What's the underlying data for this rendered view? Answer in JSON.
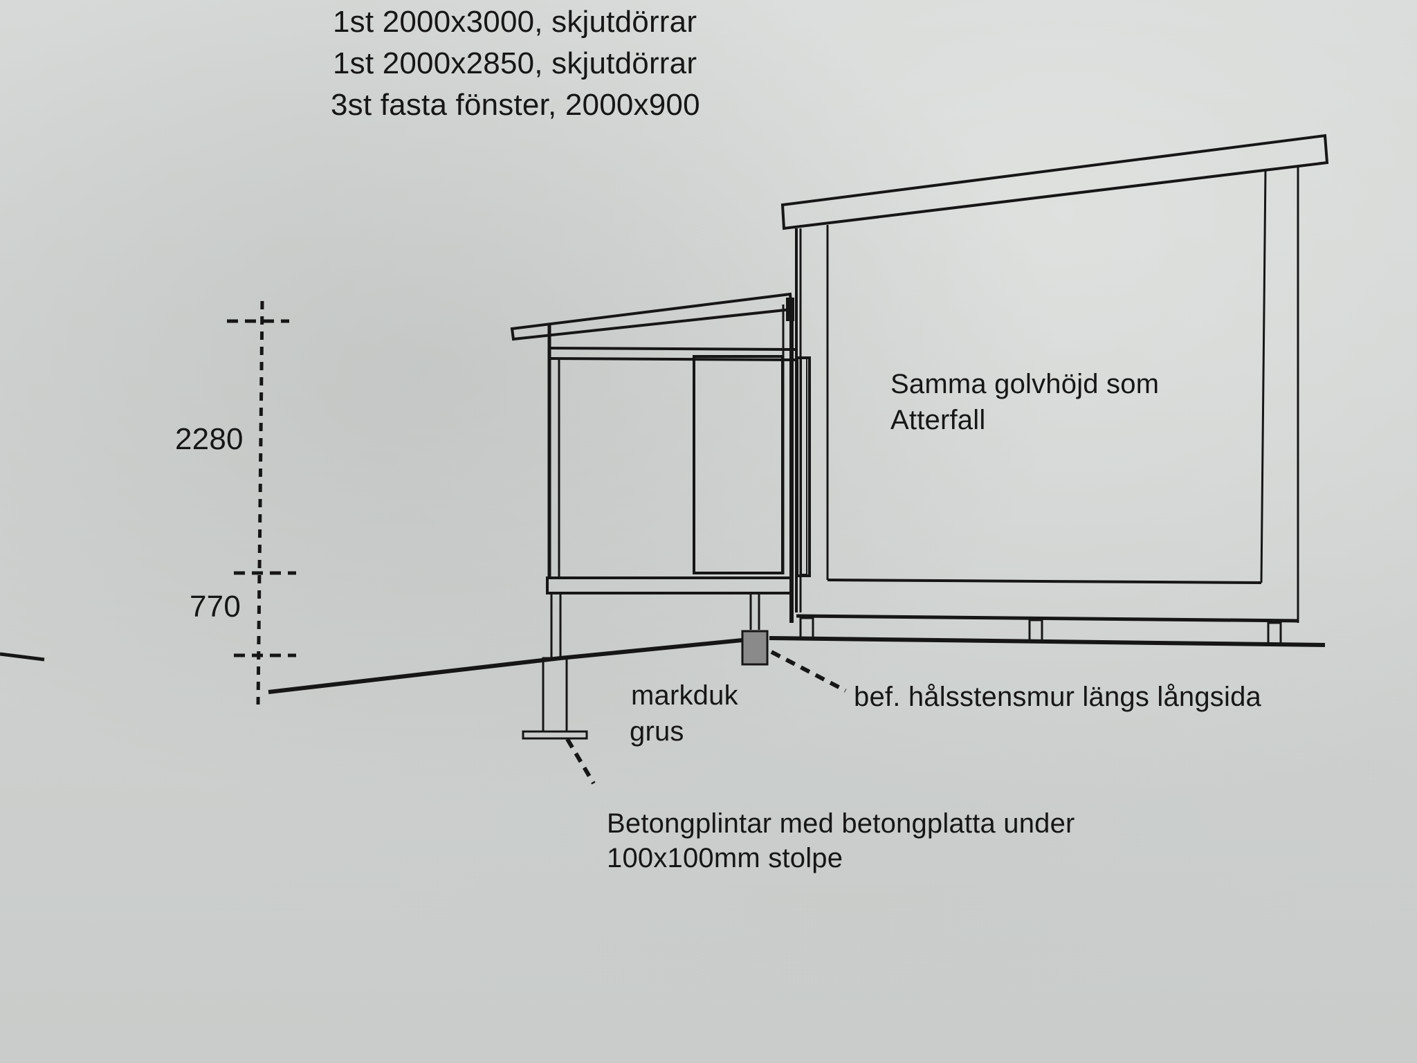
{
  "drawing": {
    "type": "building-section-sketch",
    "paper_color": "#cfd2d0",
    "line_color": "#161616"
  },
  "specs": {
    "lines": [
      "1st 2000x3000, skjutdörrar",
      "1st 2000x2850, skjutdörrar",
      "3st fasta fönster, 2000x900"
    ]
  },
  "dimensions": {
    "upper": {
      "label": "2280",
      "value_mm": 2280
    },
    "lower": {
      "label": "770",
      "value_mm": 770
    }
  },
  "annotations": {
    "floor_height_note": [
      "Samma golvhöjd som",
      "Atterfall"
    ],
    "ground_cover": "markduk",
    "ground_fill": "grus",
    "wall_note": "bef. hålsstensmur längs långsida",
    "foundation_note": [
      "Betongplintar med betongplatta under",
      "100x100mm stolpe"
    ]
  }
}
